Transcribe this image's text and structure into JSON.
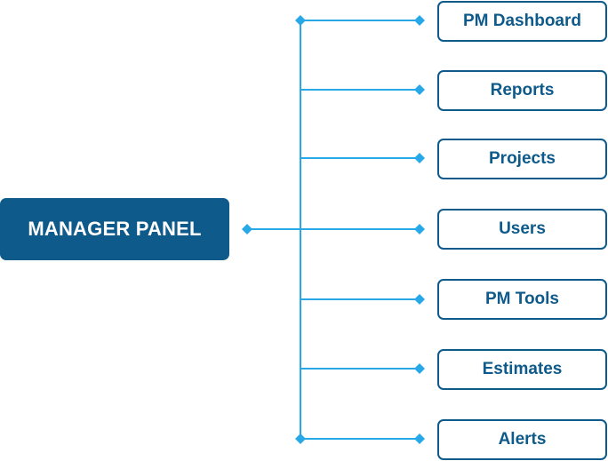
{
  "diagram": {
    "root": {
      "label": "MANAGER PANEL"
    },
    "children": [
      {
        "label": "PM Dashboard"
      },
      {
        "label": "Reports"
      },
      {
        "label": "Projects"
      },
      {
        "label": "Users"
      },
      {
        "label": "PM Tools"
      },
      {
        "label": "Estimates"
      },
      {
        "label": "Alerts"
      }
    ]
  },
  "colors": {
    "node_fill": "#0e5a8a",
    "node_text": "#ffffff",
    "child_border": "#0e5a8a",
    "child_text": "#0e5a8a",
    "connector": "#29a8e8"
  }
}
